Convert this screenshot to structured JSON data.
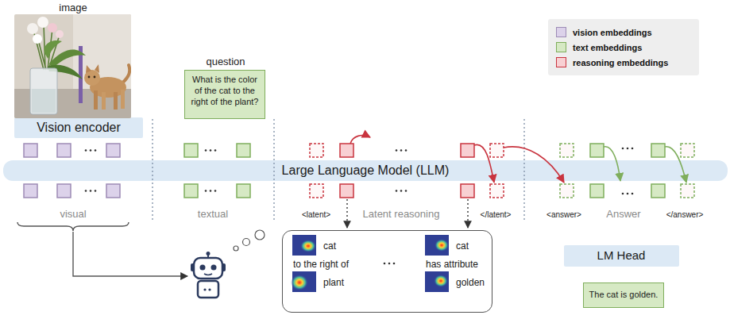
{
  "diagram": {
    "nodes": [
      {
        "text": [
          "Vision encoder"
        ]
      },
      {
        "text": [
          "question",
          "What is the color of the cat to the right of the plant?"
        ]
      },
      {
        "text": [
          "Large Language Model (LLM)"
        ]
      },
      {
        "text": [
          "cat",
          "to the right of",
          "plant",
          "cat",
          "has attribute",
          "golden"
        ]
      },
      {
        "text": [
          "LM Head"
        ]
      },
      {
        "text": [
          "The cat is golden."
        ]
      }
    ],
    "labels": [
      "image",
      "visual",
      "textual",
      "<latent>",
      "Latent reasoning",
      "</latent>",
      "<answer>",
      "Answer",
      "</answer>"
    ],
    "legend": [
      {
        "text": "vision embeddings",
        "color": "#dcd2ea"
      },
      {
        "text": "text embeddings",
        "color": "#d6e9c4"
      },
      {
        "text": "reasoning embeddings",
        "color": "#f8d0d3"
      }
    ]
  }
}
